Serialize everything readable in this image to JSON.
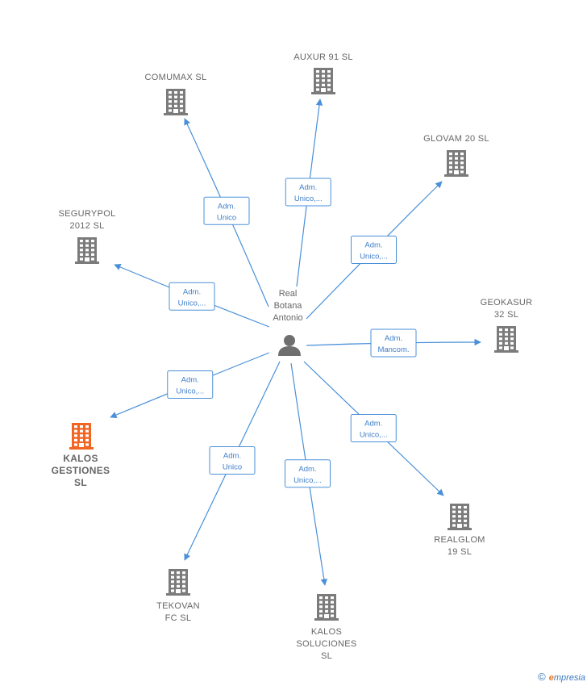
{
  "person": {
    "lines": [
      "Real",
      "Botana",
      "Antonio"
    ]
  },
  "colors": {
    "edge": "#4a90d9",
    "building": "#7b7b7b",
    "highlight": "#f26522"
  },
  "companies": [
    {
      "id": "comumax",
      "lines": [
        "COMUMAX  SL"
      ],
      "highlight": false
    },
    {
      "id": "auxur",
      "lines": [
        "AUXUR 91  SL"
      ],
      "highlight": false
    },
    {
      "id": "glovam",
      "lines": [
        "GLOVAM 20  SL"
      ],
      "highlight": false
    },
    {
      "id": "segurypol",
      "lines": [
        "SEGURYPOL",
        "2012 SL"
      ],
      "highlight": false
    },
    {
      "id": "geokasur",
      "lines": [
        "GEOKASUR",
        "32  SL"
      ],
      "highlight": false
    },
    {
      "id": "kalos-gestiones",
      "lines": [
        "KALOS",
        "GESTIONES",
        "SL"
      ],
      "highlight": true
    },
    {
      "id": "realglom",
      "lines": [
        "REALGLOM",
        "19  SL"
      ],
      "highlight": false
    },
    {
      "id": "tekovan",
      "lines": [
        "TEKOVAN",
        "FC  SL"
      ],
      "highlight": false
    },
    {
      "id": "kalos-soluciones",
      "lines": [
        "KALOS",
        "SOLUCIONES",
        "SL"
      ],
      "highlight": false
    }
  ],
  "edges": [
    {
      "to": "comumax",
      "lines": [
        "Adm.",
        "Unico"
      ]
    },
    {
      "to": "auxur",
      "lines": [
        "Adm.",
        "Unico,..."
      ]
    },
    {
      "to": "glovam",
      "lines": [
        "Adm.",
        "Unico,..."
      ]
    },
    {
      "to": "segurypol",
      "lines": [
        "Adm.",
        "Unico,..."
      ]
    },
    {
      "to": "geokasur",
      "lines": [
        "Adm.",
        "Mancom."
      ]
    },
    {
      "to": "kalos-gestiones",
      "lines": [
        "Adm.",
        "Unico,..."
      ]
    },
    {
      "to": "realglom",
      "lines": [
        "Adm.",
        "Unico,..."
      ]
    },
    {
      "to": "tekovan",
      "lines": [
        "Adm.",
        "Unico"
      ]
    },
    {
      "to": "kalos-soluciones",
      "lines": [
        "Adm.",
        "Unico,..."
      ]
    }
  ],
  "footer": {
    "copyright": "©",
    "brand_e": "e",
    "brand_rest": "mpresia"
  }
}
